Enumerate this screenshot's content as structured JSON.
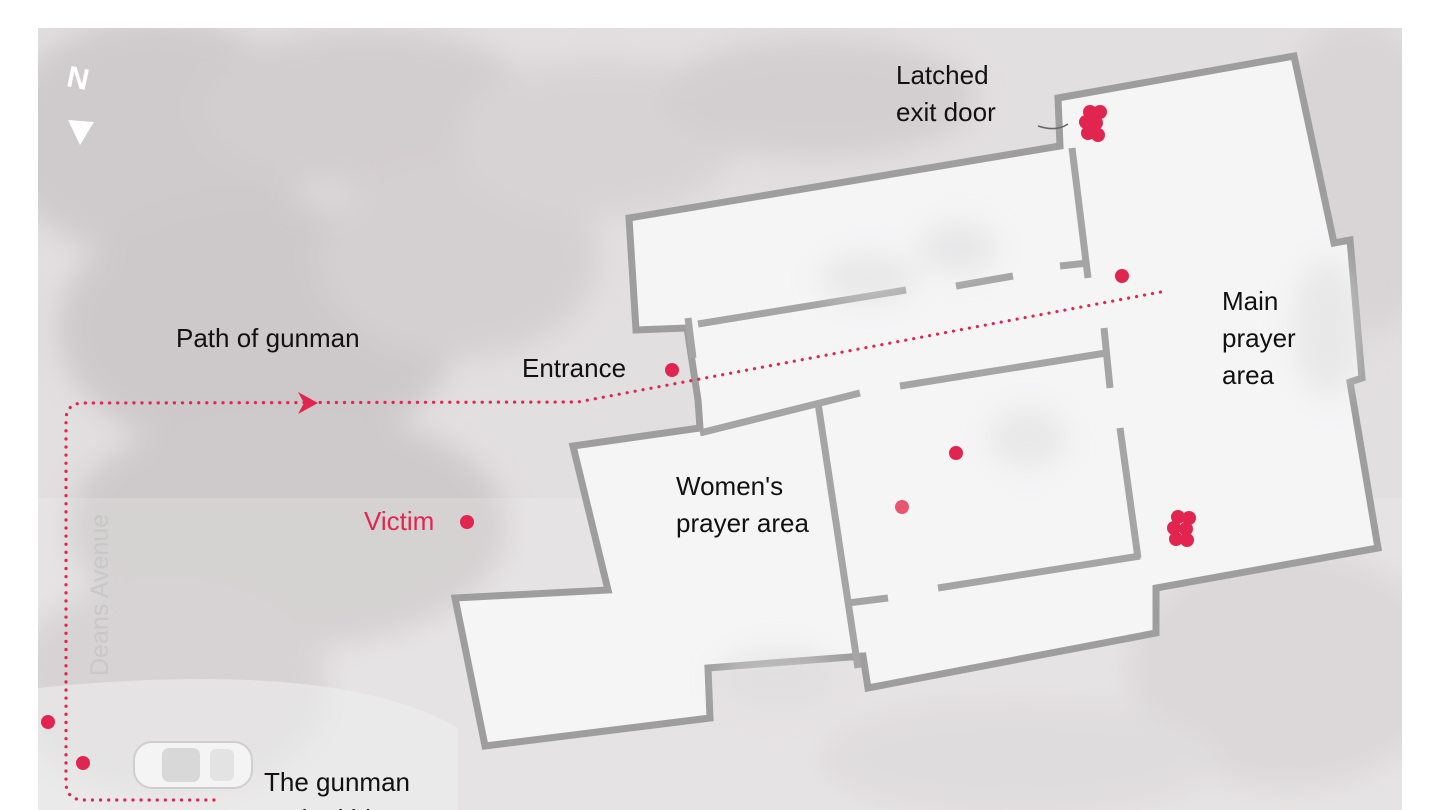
{
  "map": {
    "compass_letter": "N",
    "labels": {
      "latched_exit_door": "Latched\nexit door",
      "main_prayer_area": "Main\nprayer\narea",
      "path_of_gunman": "Path of gunman",
      "entrance": "Entrance",
      "womens_prayer_area": "Women's\nprayer area",
      "victim": "Victim",
      "street": "Deans Avenue",
      "gunman_car": "The gunman\nparked his car"
    }
  },
  "colors": {
    "victim": "#e1254e",
    "path": "#e1254e",
    "wall": "#9e9e9e",
    "floor": "#f5f5f6",
    "aerial_background": "#e2dfe0",
    "street_label": "#c8c8c8"
  },
  "icons": {
    "compass": "north-arrow-icon",
    "car": "car-icon",
    "path_arrow": "arrowhead-icon"
  }
}
